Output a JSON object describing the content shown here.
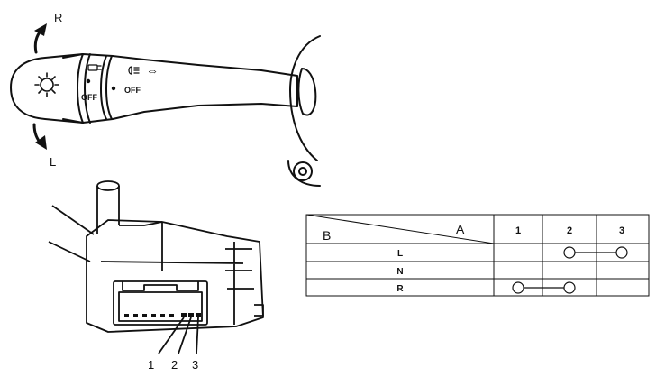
{
  "lever": {
    "arrow_up_label": "R",
    "arrow_down_label": "L",
    "off_label_1": "OFF",
    "off_label_2": "OFF",
    "indicator_glyph": "⇔"
  },
  "connector": {
    "pin_labels": [
      "1",
      "2",
      "3"
    ]
  },
  "table": {
    "corner_b": "B",
    "corner_a": "A",
    "column_headers": [
      "1",
      "2",
      "3"
    ],
    "rows": [
      {
        "label": "L",
        "connected_terminals": [
          2,
          3
        ]
      },
      {
        "label": "N",
        "connected_terminals": []
      },
      {
        "label": "R",
        "connected_terminals": [
          1,
          2
        ]
      }
    ]
  }
}
